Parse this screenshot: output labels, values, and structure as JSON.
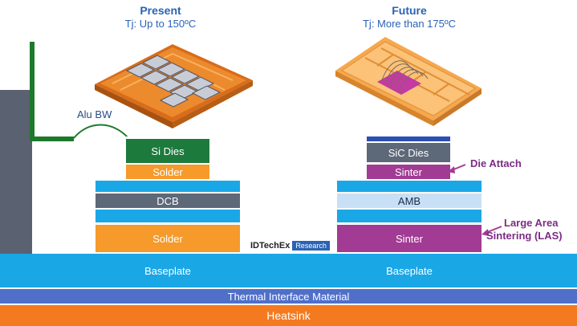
{
  "headers": {
    "present_title": "Present",
    "present_sub": "Tj: Up to 150ºC",
    "future_title": "Future",
    "future_sub": "Tj: More than 175ºC"
  },
  "left_stack": {
    "dies": "Si Dies",
    "solder_top": "Solder",
    "dcb": "DCB",
    "solder_bottom": "Solder",
    "wire": "Alu BW"
  },
  "right_stack": {
    "dies": "SiC Dies",
    "sinter_top": "Sinter",
    "amb": "AMB",
    "sinter_bottom": "Sinter"
  },
  "callouts": {
    "die_attach": "Die Attach",
    "las_line1": "Large Area",
    "las_line2": "Sintering (LAS)"
  },
  "base": {
    "baseplate_left": "Baseplate",
    "baseplate_right": "Baseplate",
    "tim": "Thermal Interface Material",
    "heatsink": "Heatsink"
  },
  "watermark": {
    "brand": "IDTechEx",
    "tag": "Research"
  },
  "colors": {
    "blue_layer": "#1aa7e6",
    "si_green": "#1d7a3d",
    "solder_orange": "#f59a2b",
    "dcb_gray": "#5d6879",
    "sic_gray": "#5d6879",
    "sinter_magenta": "#a23b93",
    "amb_light": "#c7e0f5",
    "tim_blue": "#4f6fc9",
    "heatsink_orange": "#f47a1f",
    "header_blue": "#2a63b6"
  }
}
